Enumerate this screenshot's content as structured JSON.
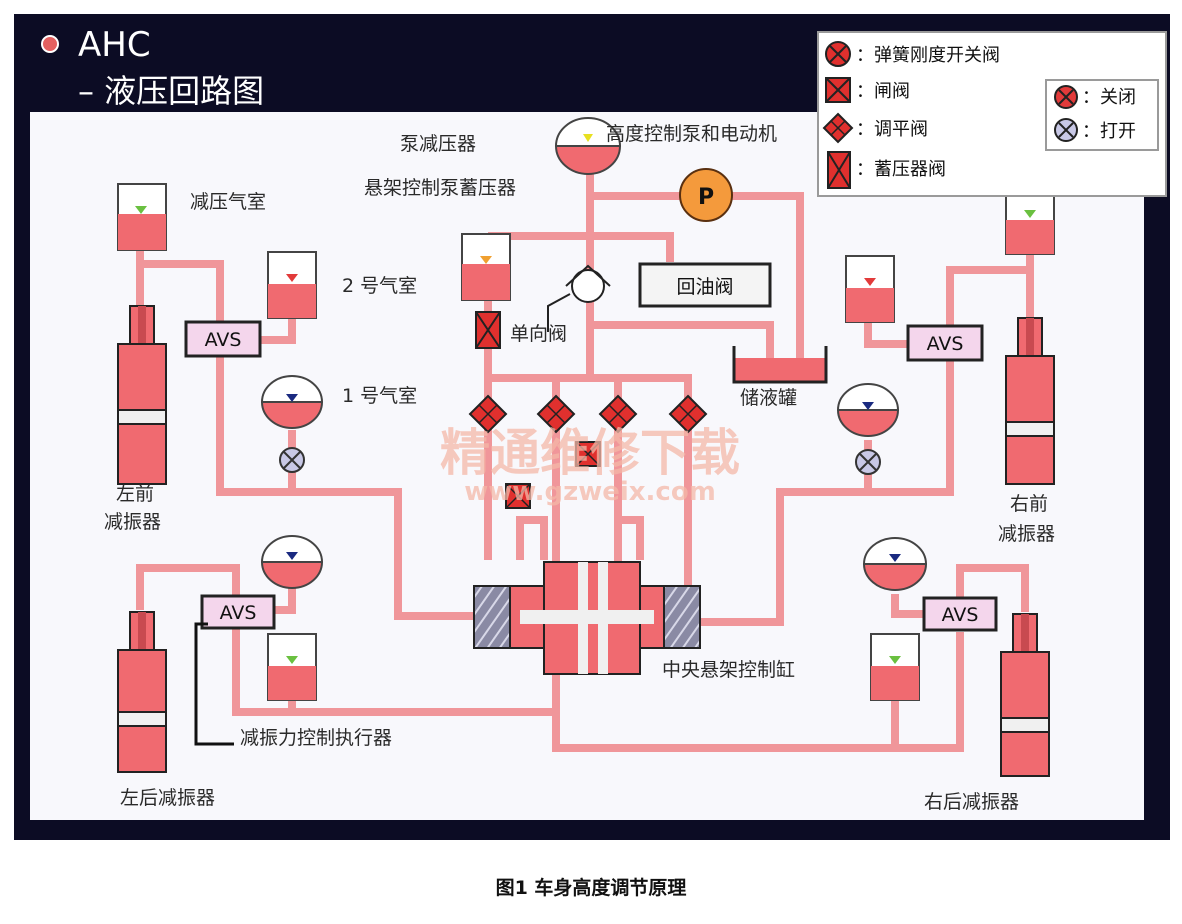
{
  "header": {
    "title": "AHC",
    "subtitle": "– 液压回路图"
  },
  "legend": {
    "items": [
      {
        "icon": "spring-rate-switch-valve-icon",
        "label": "：弹簧刚度开关阀"
      },
      {
        "icon": "gate-valve-icon",
        "label": "：闸阀"
      },
      {
        "icon": "leveling-valve-icon",
        "label": "：调平阀"
      },
      {
        "icon": "accumulator-valve-icon",
        "label": "：蓄压器阀"
      }
    ],
    "state": [
      {
        "icon": "closed-state-icon",
        "label": "：关闭",
        "color": "#e23a3a"
      },
      {
        "icon": "open-state-icon",
        "label": "：打开",
        "color": "#c8c8e6"
      }
    ]
  },
  "labels": {
    "pump_damper": "泵减压器",
    "pump_accumulator": "悬架控制泵蓄压器",
    "pump_motor": "高度控制泵和电动机",
    "pump": "P",
    "return_valve": "回油阀",
    "check_valve": "单向阀",
    "reservoir": "储液罐",
    "decompress_chamber": "减压气室",
    "chamber_2": "2 号气室",
    "chamber_1": "1 号气室",
    "front_left_1": "左前",
    "front_left_2": "减振器",
    "front_right_1": "右前",
    "front_right_2": "减振器",
    "rear_left": "左后减振器",
    "rear_right": "右后减振器",
    "central_cylinder": "中央悬架控制缸",
    "damping_actuator": "减振力控制执行器",
    "avs_fl": "AVS",
    "avs_fr": "AVS",
    "avs_rl": "AVS",
    "avs_rr": "AVS"
  },
  "watermark": {
    "line1": "精通维修下载",
    "line2": "www.gzweix.com"
  },
  "caption": "图1  车身高度调节原理",
  "colors": {
    "frame": "#0c0c24",
    "panel": "#f8f8fc",
    "pipe": "#f0969a",
    "fluid": "#f06a70",
    "valve": "#e0302e",
    "pump": "#f49a3c",
    "avs": "#f4d6ec",
    "legend_bg": "#ffffff"
  }
}
